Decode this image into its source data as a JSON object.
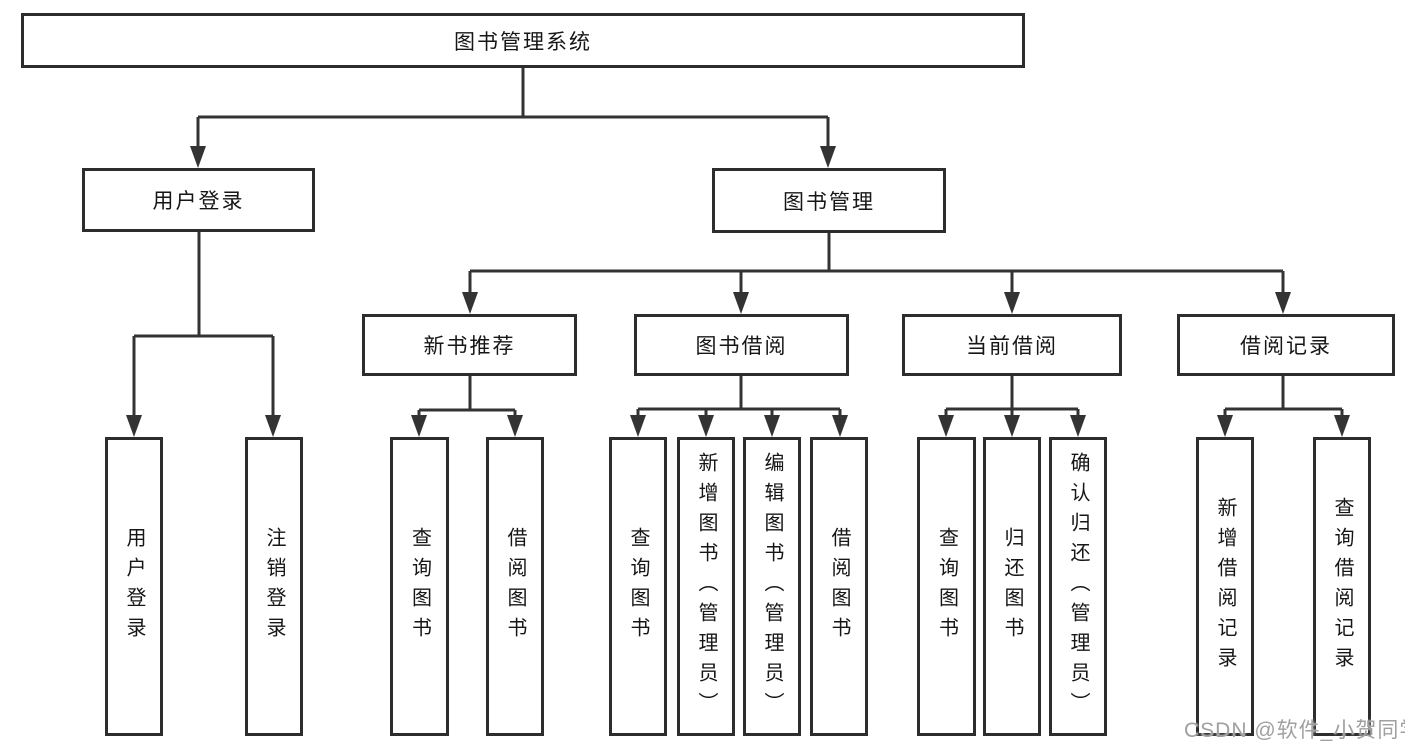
{
  "diagram_type": "hierarchy-tree",
  "colors": {
    "background": "#ffffff",
    "box_border": "#2d2d2d",
    "connector_line": "#333333",
    "text": "#161616",
    "watermark": "#a0a0a0"
  },
  "tree": {
    "label": "图书管理系统",
    "children": [
      {
        "label": "用户登录",
        "children": [
          {
            "label": "用户登录"
          },
          {
            "label": "注销登录"
          }
        ]
      },
      {
        "label": "图书管理",
        "children": [
          {
            "label": "新书推荐",
            "children": [
              {
                "label": "查询图书"
              },
              {
                "label": "借阅图书"
              }
            ]
          },
          {
            "label": "图书借阅",
            "children": [
              {
                "label": "查询图书"
              },
              {
                "label": "新增图书（管理员）"
              },
              {
                "label": "编辑图书（管理员）"
              },
              {
                "label": "借阅图书"
              }
            ]
          },
          {
            "label": "当前借阅",
            "children": [
              {
                "label": "查询图书"
              },
              {
                "label": "归还图书"
              },
              {
                "label": "确认归还（管理员）"
              }
            ]
          },
          {
            "label": "借阅记录",
            "children": [
              {
                "label": "新增借阅记录"
              },
              {
                "label": "查询借阅记录"
              }
            ]
          }
        ]
      }
    ]
  },
  "watermark": {
    "text": "CSDN @软件_小贺同学"
  }
}
